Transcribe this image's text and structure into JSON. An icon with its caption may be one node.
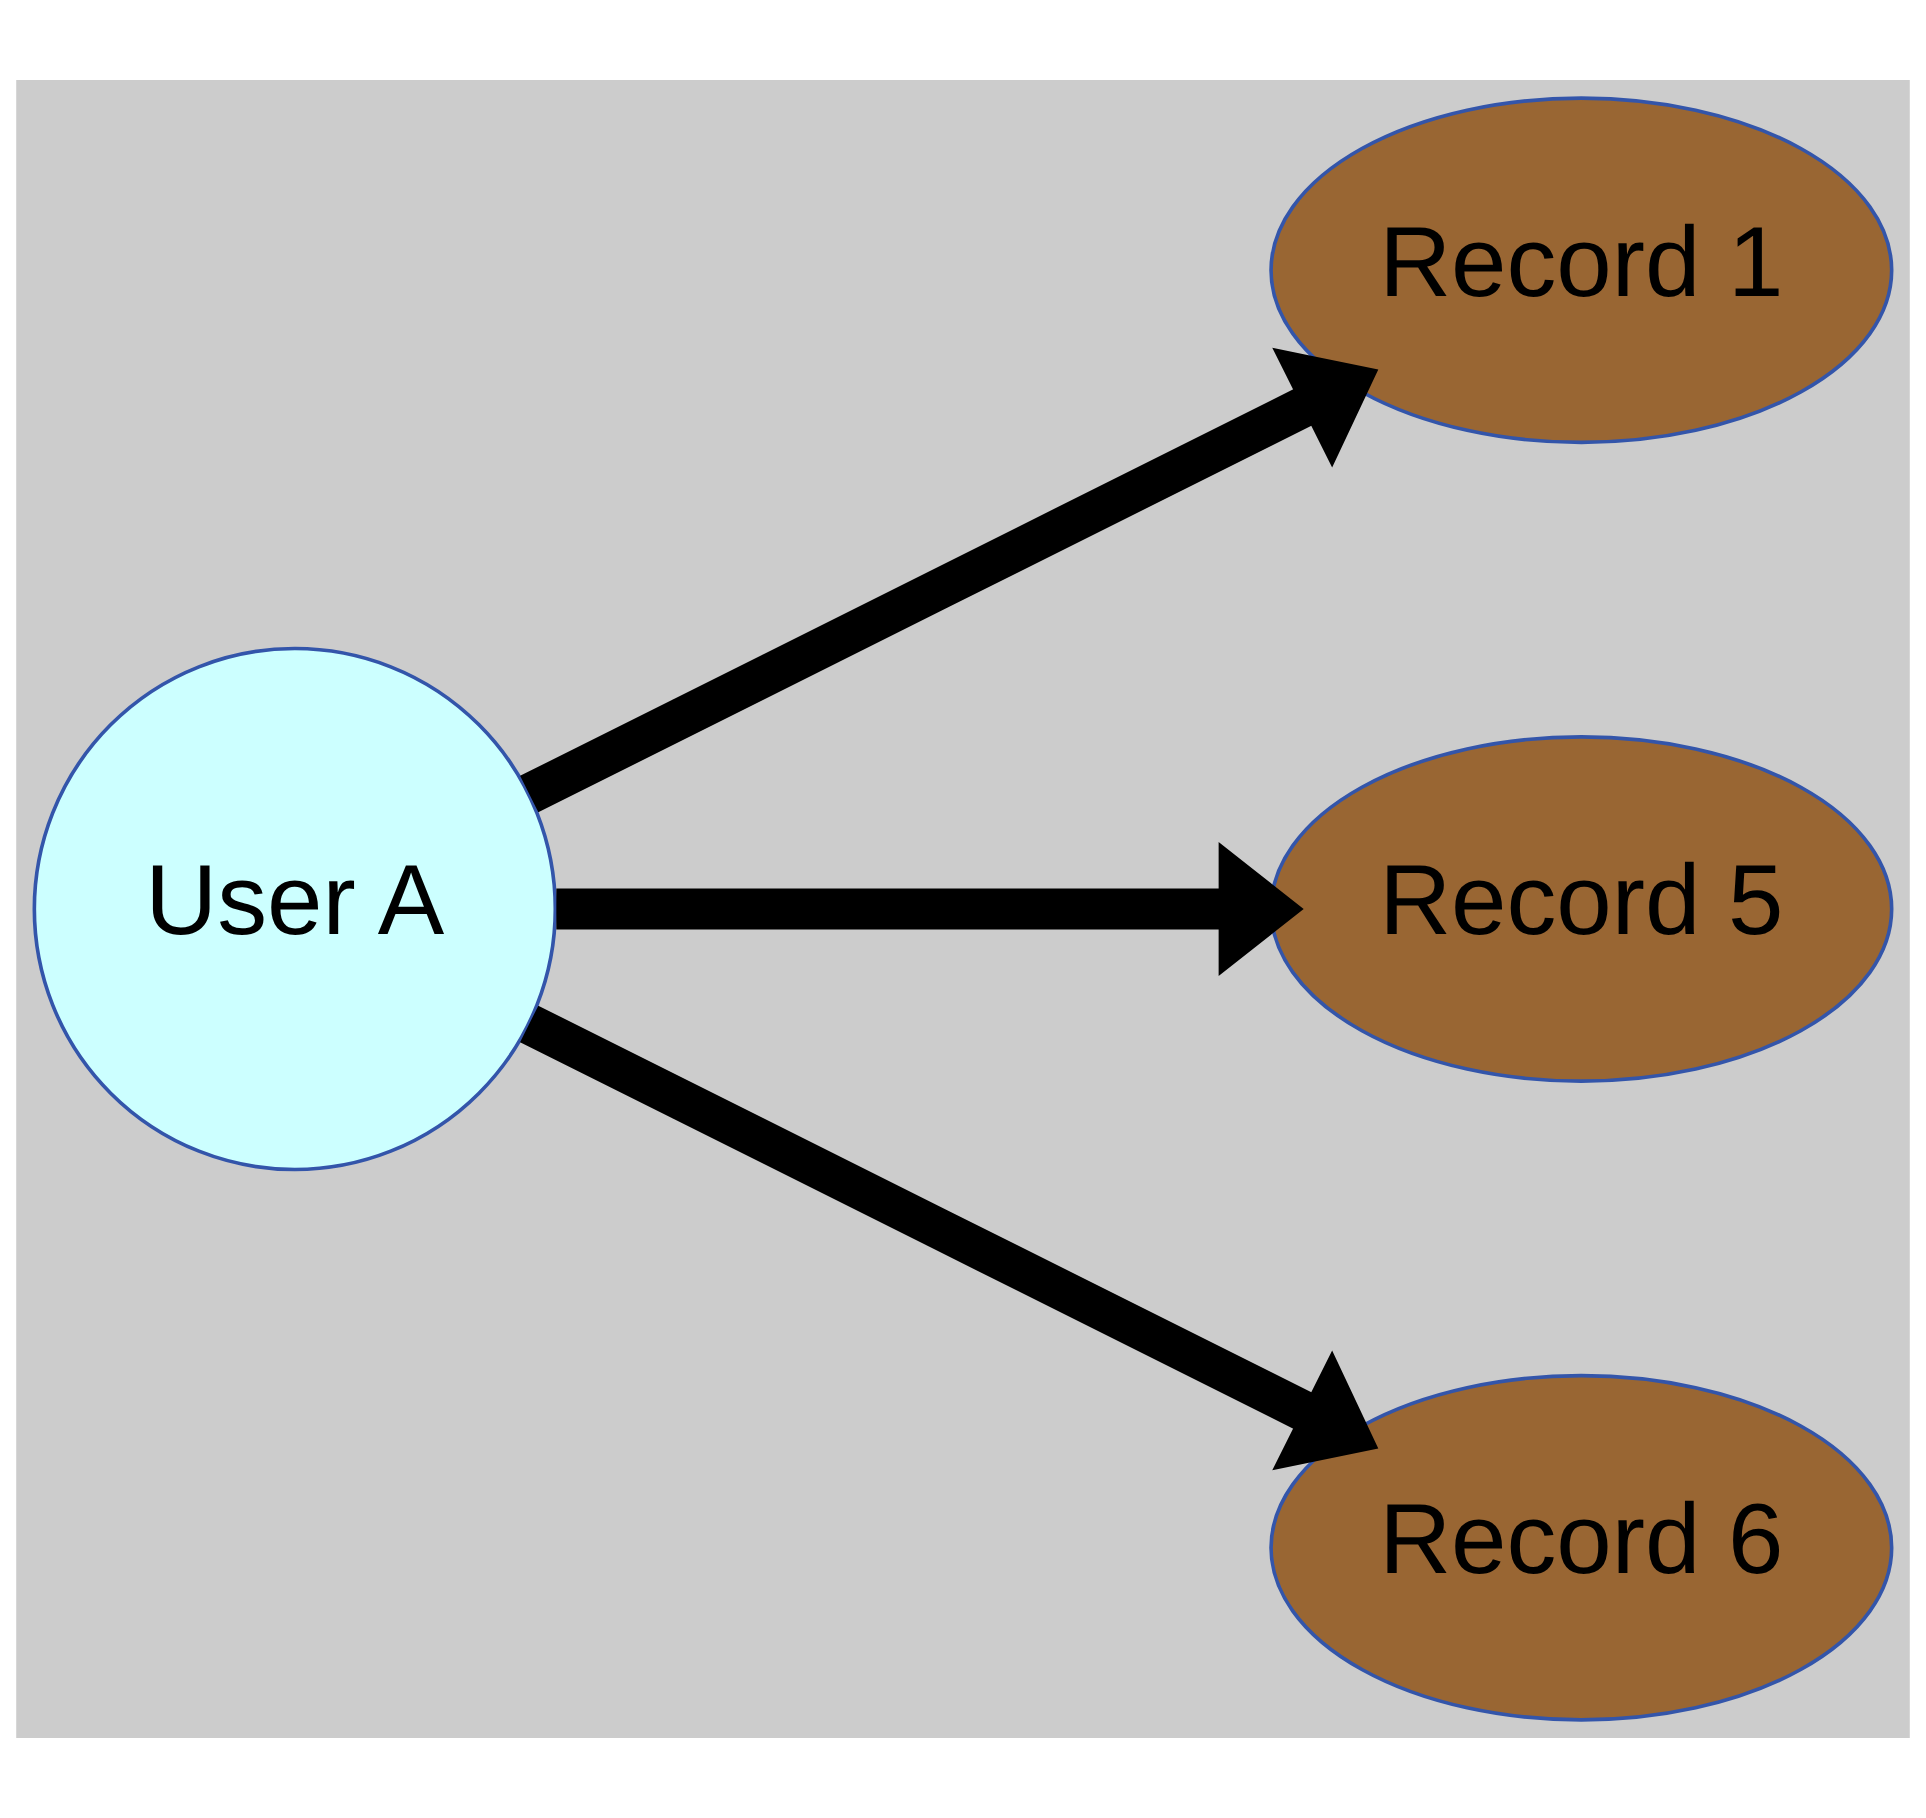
{
  "diagram": {
    "nodes": [
      {
        "text": [
          "User A"
        ]
      },
      {
        "text": [
          "Record 1"
        ]
      },
      {
        "text": [
          "Record 5"
        ]
      },
      {
        "text": [
          "Record 6"
        ]
      }
    ],
    "edges": [
      {
        "from": 0,
        "to": 1,
        "arrow": "to"
      },
      {
        "from": 0,
        "to": 2,
        "arrow": "to"
      },
      {
        "from": 0,
        "to": 3,
        "arrow": "to"
      }
    ]
  }
}
